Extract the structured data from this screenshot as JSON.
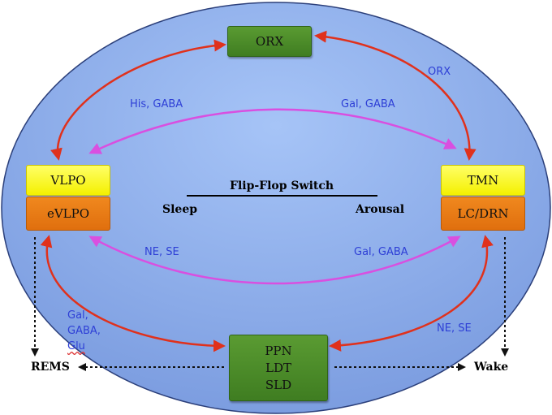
{
  "nodes": {
    "orx": "ORX",
    "vlpo": "VLPO",
    "evlpo": "eVLPO",
    "tmn": "TMN",
    "lcdrn": "LC/DRN",
    "ppn": "PPN",
    "ldt": "LDT",
    "sld": "SLD"
  },
  "labels": {
    "orx_right": "ORX",
    "his_gaba": "His, GABA",
    "gal_gaba_top": "Gal, GABA",
    "ne_se_left": "NE, SE",
    "gal_gaba_mid": "Gal, GABA",
    "gal": "Gal,",
    "gaba": "GABA,",
    "glu": "Glu",
    "ne_se_right": "NE, SE"
  },
  "switch": {
    "title": "Flip-Flop Switch",
    "left": "Sleep",
    "right": "Arousal"
  },
  "states": {
    "rems": "REMS",
    "wake": "Wake"
  },
  "colors": {
    "ellipse_fill": "#8fb0ec",
    "ellipse_stroke": "#2b3f7a",
    "red_arrow": "#e0311c",
    "magenta_arrow": "#d94fe0",
    "green_box": "#4a8b28",
    "yellow_box": "#ffff33",
    "orange_box": "#e87a16",
    "label_blue": "#2e3fd6"
  }
}
